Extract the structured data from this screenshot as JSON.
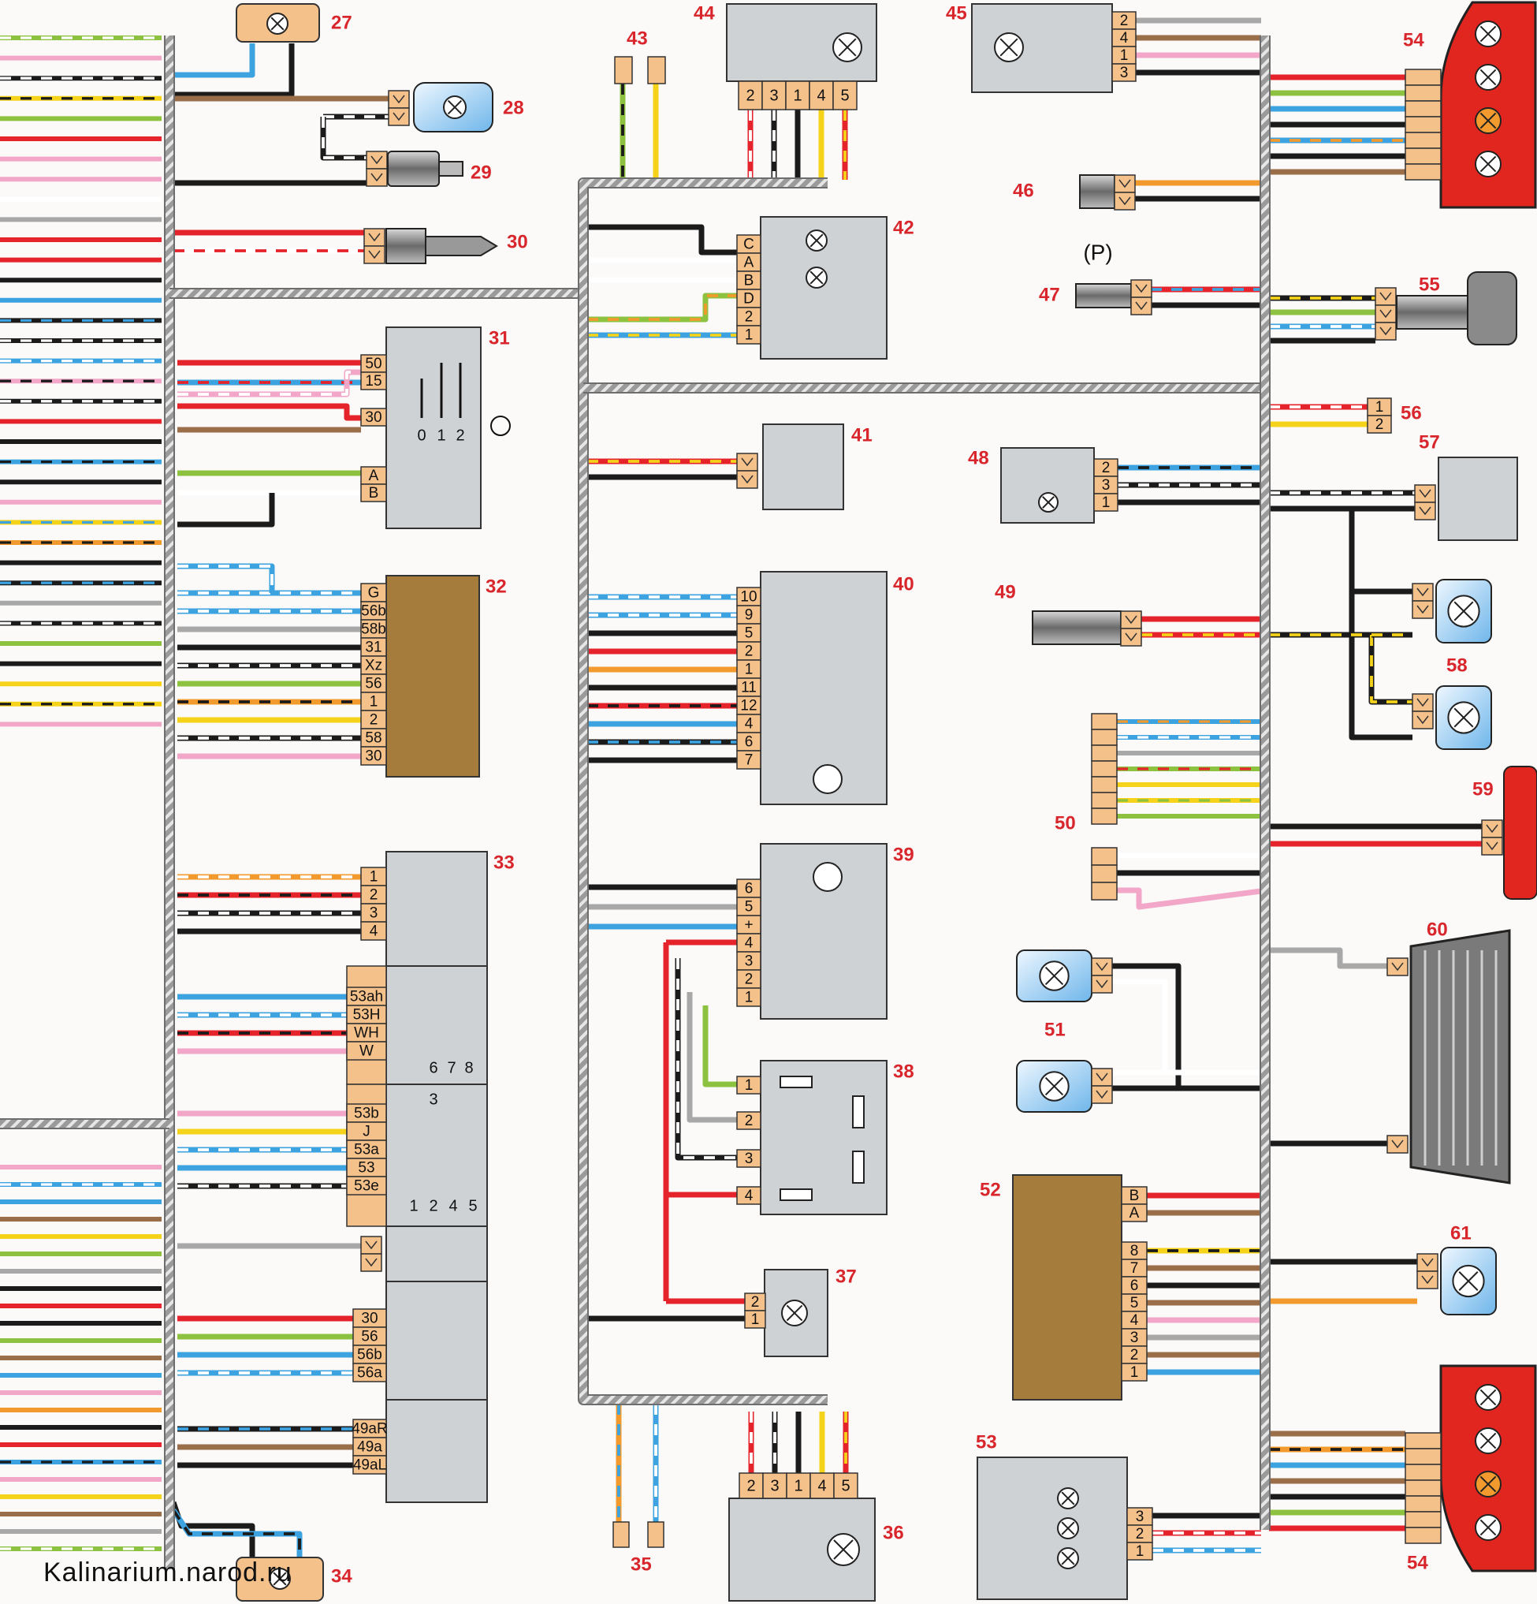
{
  "watermark": "Kalinarium.narod.ru",
  "colors": {
    "red": "#e5232b",
    "black": "#1b1b1b",
    "blue": "#3ca3e0",
    "brown": "#9b6e4a",
    "green": "#8cc23f",
    "yellow": "#f4d31a",
    "orange": "#f29a2e",
    "pink": "#f2a7c8",
    "gray": "#a8a8a8",
    "white": "#ffffff",
    "violet": "#b183c7",
    "harness": "#8f8f8f",
    "block": "#cfd2d5",
    "connector": "#f4c18a",
    "module": "#a67c3d",
    "label": "#d8262c",
    "lamp_red": "#e0261f",
    "lamp_blue": "#cfe8fb"
  },
  "components": [
    {
      "id": "27",
      "label": "27"
    },
    {
      "id": "28",
      "label": "28"
    },
    {
      "id": "29",
      "label": "29"
    },
    {
      "id": "30",
      "label": "30"
    },
    {
      "id": "31",
      "label": "31",
      "pins": [
        "50",
        "15",
        "30",
        "A",
        "B"
      ],
      "positions": [
        "0",
        "1",
        "2"
      ]
    },
    {
      "id": "32",
      "label": "32",
      "pins": [
        "G",
        "56b",
        "58b",
        "31",
        "Xz",
        "56",
        "1",
        "2",
        "58",
        "30"
      ]
    },
    {
      "id": "33",
      "label": "33",
      "pins": [
        "1",
        "2",
        "3",
        "4"
      ]
    },
    {
      "id": "33w",
      "pins": [
        "53ah",
        "53H",
        "WH",
        "W"
      ],
      "positions": [
        "6",
        "7",
        "8"
      ]
    },
    {
      "id": "33b",
      "pins": [
        "53b",
        "J",
        "53a",
        "53",
        "53e"
      ],
      "positions": [
        "3",
        "1",
        "2",
        "4",
        "5"
      ]
    },
    {
      "id": "33t",
      "pins": [
        "30",
        "56",
        "56b",
        "56a"
      ]
    },
    {
      "id": "33l",
      "pins": [
        "49aR",
        "49a",
        "49aL"
      ]
    },
    {
      "id": "34",
      "label": "34"
    },
    {
      "id": "35",
      "label": "35"
    },
    {
      "id": "36",
      "label": "36",
      "pins": [
        "2",
        "3",
        "1",
        "4",
        "5"
      ]
    },
    {
      "id": "37",
      "label": "37",
      "pins": [
        "2",
        "1"
      ]
    },
    {
      "id": "38",
      "label": "38",
      "pins": [
        "1",
        "2",
        "3",
        "4"
      ]
    },
    {
      "id": "39",
      "label": "39",
      "pins": [
        "6",
        "5",
        "+",
        "4",
        "3",
        "2",
        "1"
      ]
    },
    {
      "id": "40",
      "label": "40",
      "pins": [
        "10",
        "9",
        "5",
        "2",
        "1",
        "11",
        "12",
        "4",
        "6",
        "7"
      ]
    },
    {
      "id": "41",
      "label": "41"
    },
    {
      "id": "42",
      "label": "42",
      "pins": [
        "C",
        "A",
        "B",
        "D",
        "2",
        "1"
      ]
    },
    {
      "id": "43",
      "label": "43"
    },
    {
      "id": "44",
      "label": "44",
      "pins": [
        "2",
        "3",
        "1",
        "4",
        "5"
      ]
    },
    {
      "id": "45",
      "label": "45",
      "pins": [
        "2",
        "4",
        "1",
        "3"
      ]
    },
    {
      "id": "46",
      "label": "46"
    },
    {
      "id": "47",
      "label": "47",
      "symbol": "(P)"
    },
    {
      "id": "48",
      "label": "48",
      "pins": [
        "2",
        "3",
        "1"
      ]
    },
    {
      "id": "49",
      "label": "49"
    },
    {
      "id": "50",
      "label": "50"
    },
    {
      "id": "51",
      "label": "51"
    },
    {
      "id": "52",
      "label": "52",
      "pins": [
        "B",
        "A",
        "8",
        "7",
        "6",
        "5",
        "4",
        "3",
        "2",
        "1"
      ]
    },
    {
      "id": "53",
      "label": "53",
      "pins": [
        "3",
        "2",
        "1"
      ]
    },
    {
      "id": "54",
      "label": "54"
    },
    {
      "id": "54b",
      "label": "54"
    },
    {
      "id": "55",
      "label": "55"
    },
    {
      "id": "56",
      "label": "56",
      "pins": [
        "1",
        "2"
      ]
    },
    {
      "id": "57",
      "label": "57"
    },
    {
      "id": "58",
      "label": "58"
    },
    {
      "id": "59",
      "label": "59"
    },
    {
      "id": "60",
      "label": "60"
    },
    {
      "id": "61",
      "label": "61"
    }
  ]
}
